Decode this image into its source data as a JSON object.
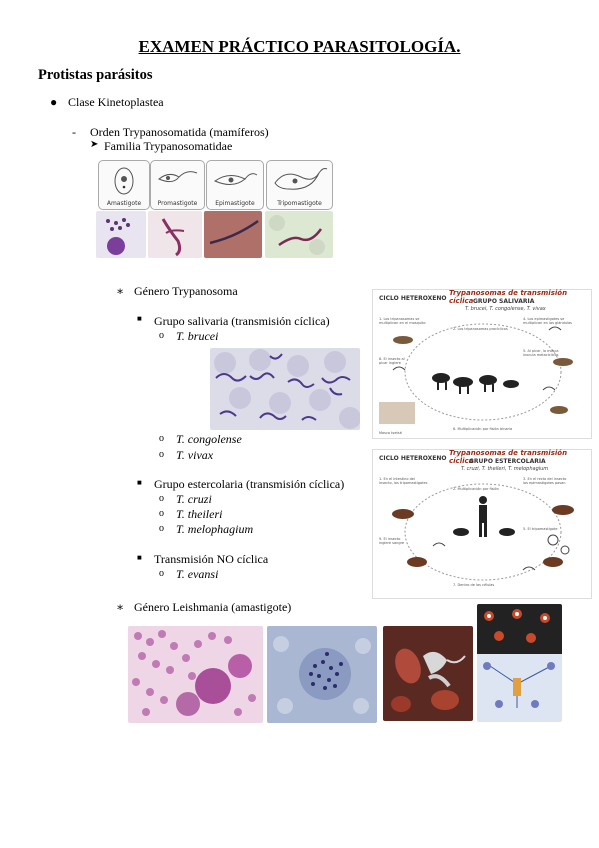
{
  "title": "EXAMEN PRÁCTICO PARASITOLOGÍA.",
  "section": "Protistas parásitos",
  "clase": "Clase Kinetoplastea",
  "orden": "Orden Trypanosomatida (mamíferos)",
  "familia": "Familia Trypanosomatidae",
  "stages": [
    "Amastigote",
    "Promastigote",
    "Epimastigote",
    "Tripomastigote"
  ],
  "genero1": "Género Trypanosoma",
  "grupo_salivaria": "Grupo salivaria (transmisión cíclica)",
  "sal_species1": "T. brucei",
  "sal_species2": "T. congolense",
  "sal_species3": "T. vivax",
  "grupo_estercolaria": "Grupo estercolaria (transmisión cíclica)",
  "est_species1": "T. cruzi",
  "est_species2": "T. theileri",
  "est_species3": "T. melophagium",
  "no_ciclica": "Transmisión NO cíclica",
  "no_species1": "T. evansi",
  "genero2": "Género Leishmania (amastigote)",
  "diagram1": {
    "corner": "CICLO HETEROXENO",
    "title": "Trypanosomas de transmisión cíclica",
    "group": "GRUPO SALIVARIA",
    "species": "T. brucei, T. congolense, T. vivax"
  },
  "diagram2": {
    "corner": "CICLO HETEROXENO",
    "title": "Trypanosomas de transmisión cíclica",
    "group": "GRUPO ESTERCOLARIA",
    "species": "T. cruzi, T. theileri, T. melophagium"
  }
}
